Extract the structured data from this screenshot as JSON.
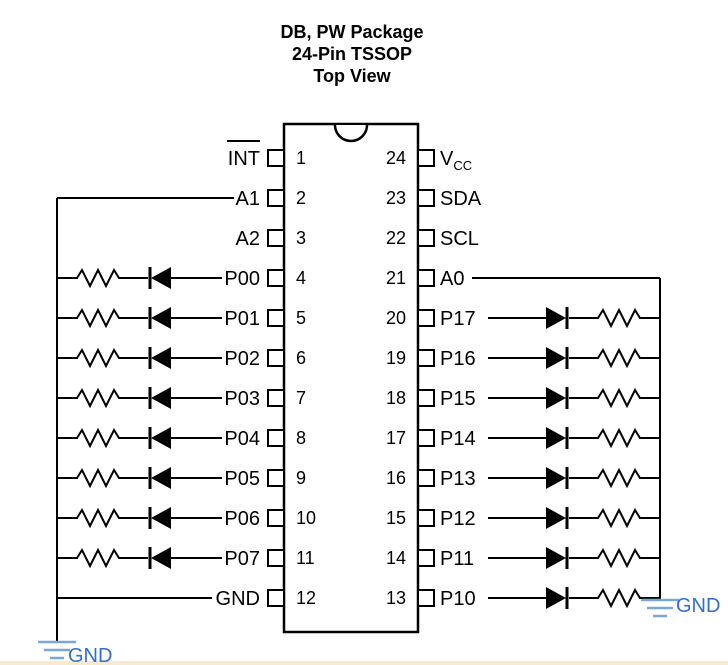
{
  "figure": {
    "title_lines": [
      "DB, PW Package",
      "24-Pin TSSOP",
      "Top View"
    ]
  },
  "pins": {
    "left": [
      {
        "num": "1",
        "label": "INT"
      },
      {
        "num": "2",
        "label": "A1"
      },
      {
        "num": "3",
        "label": "A2"
      },
      {
        "num": "4",
        "label": "P00"
      },
      {
        "num": "5",
        "label": "P01"
      },
      {
        "num": "6",
        "label": "P02"
      },
      {
        "num": "7",
        "label": "P03"
      },
      {
        "num": "8",
        "label": "P04"
      },
      {
        "num": "9",
        "label": "P05"
      },
      {
        "num": "10",
        "label": "P06"
      },
      {
        "num": "11",
        "label": "P07"
      },
      {
        "num": "12",
        "label": "GND"
      }
    ],
    "right": [
      {
        "num": "24",
        "label": "V",
        "sub": "CC"
      },
      {
        "num": "23",
        "label": "SDA"
      },
      {
        "num": "22",
        "label": "SCL"
      },
      {
        "num": "21",
        "label": "A0"
      },
      {
        "num": "20",
        "label": "P17"
      },
      {
        "num": "19",
        "label": "P16"
      },
      {
        "num": "18",
        "label": "P15"
      },
      {
        "num": "17",
        "label": "P14"
      },
      {
        "num": "16",
        "label": "P13"
      },
      {
        "num": "15",
        "label": "P12"
      },
      {
        "num": "14",
        "label": "P11"
      },
      {
        "num": "13",
        "label": "P10"
      }
    ]
  },
  "ground": {
    "left_label": "GND",
    "right_label": "GND"
  },
  "colors": {
    "ink": "#000000",
    "gnd_text": "#2f6fce",
    "gnd_symbol": "#7aa6d9",
    "page_edge": "#f6ead0"
  }
}
